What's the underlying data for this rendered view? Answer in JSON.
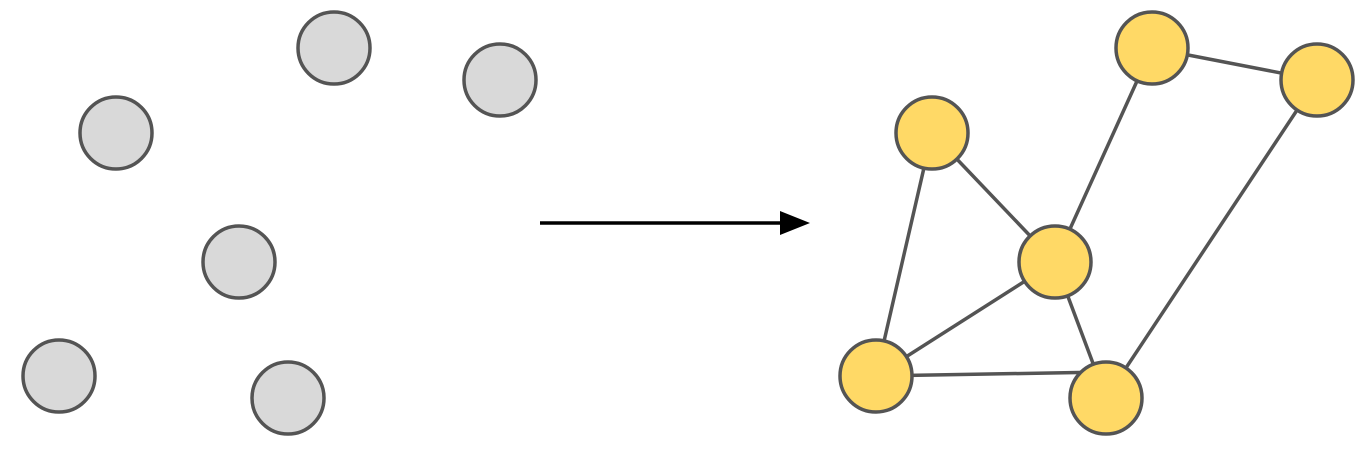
{
  "diagram": {
    "description_free": true,
    "colors": {
      "unconnected_node_fill": "#d9d9d9",
      "connected_node_fill": "#ffd966",
      "node_outline": "#545454",
      "edge": "#545454",
      "arrow": "#000000"
    },
    "left_group": {
      "nodes": [
        "n1",
        "n2",
        "n3",
        "n4",
        "n5",
        "n6"
      ]
    },
    "arrow": {
      "icon": "right-arrow-icon"
    },
    "right_group": {
      "nodes": [
        "a",
        "b",
        "c",
        "d",
        "e",
        "f"
      ],
      "edges": [
        [
          "a",
          "d"
        ],
        [
          "a",
          "c"
        ],
        [
          "b",
          "c"
        ],
        [
          "b",
          "f"
        ],
        [
          "c",
          "d"
        ],
        [
          "c",
          "e"
        ],
        [
          "d",
          "e"
        ],
        [
          "e",
          "f"
        ]
      ]
    }
  }
}
